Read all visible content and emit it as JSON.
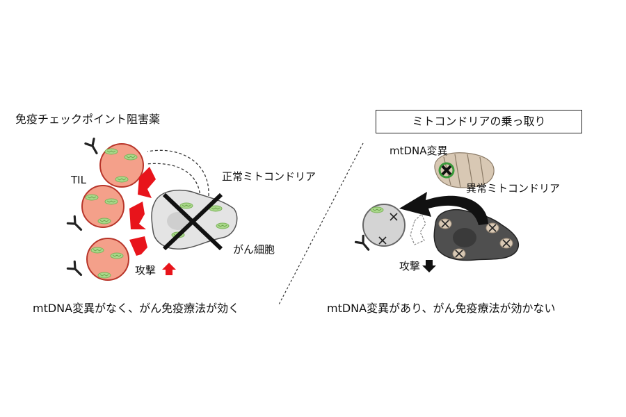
{
  "left_panel": {
    "header": "免疫チェックポイント阻害薬",
    "til_label": "TIL",
    "normal_mito_label": "正常ミトコンドリア",
    "cancer_cell_label": "がん細胞",
    "attack_label": "攻撃",
    "caption": "mtDNA変異がなく、がん免疫療法が効く"
  },
  "right_panel": {
    "title": "ミトコンドリアの乗っ取り",
    "mtdna_label": "mtDNA変異",
    "abnormal_mito_label": "異常ミトコンドリア",
    "attack_label": "攻撃",
    "caption": "mtDNA変異があり、がん免疫療法が効かない"
  },
  "colors": {
    "til_fill": "#f4a08a",
    "til_stroke": "#c0392b",
    "mito_green": "#9ccc7a",
    "attack_red": "#e8141b",
    "cancer_light": "#d9d9d9",
    "cancer_dark": "#4a4a4a",
    "mito_tan": "#d8c8b4"
  }
}
